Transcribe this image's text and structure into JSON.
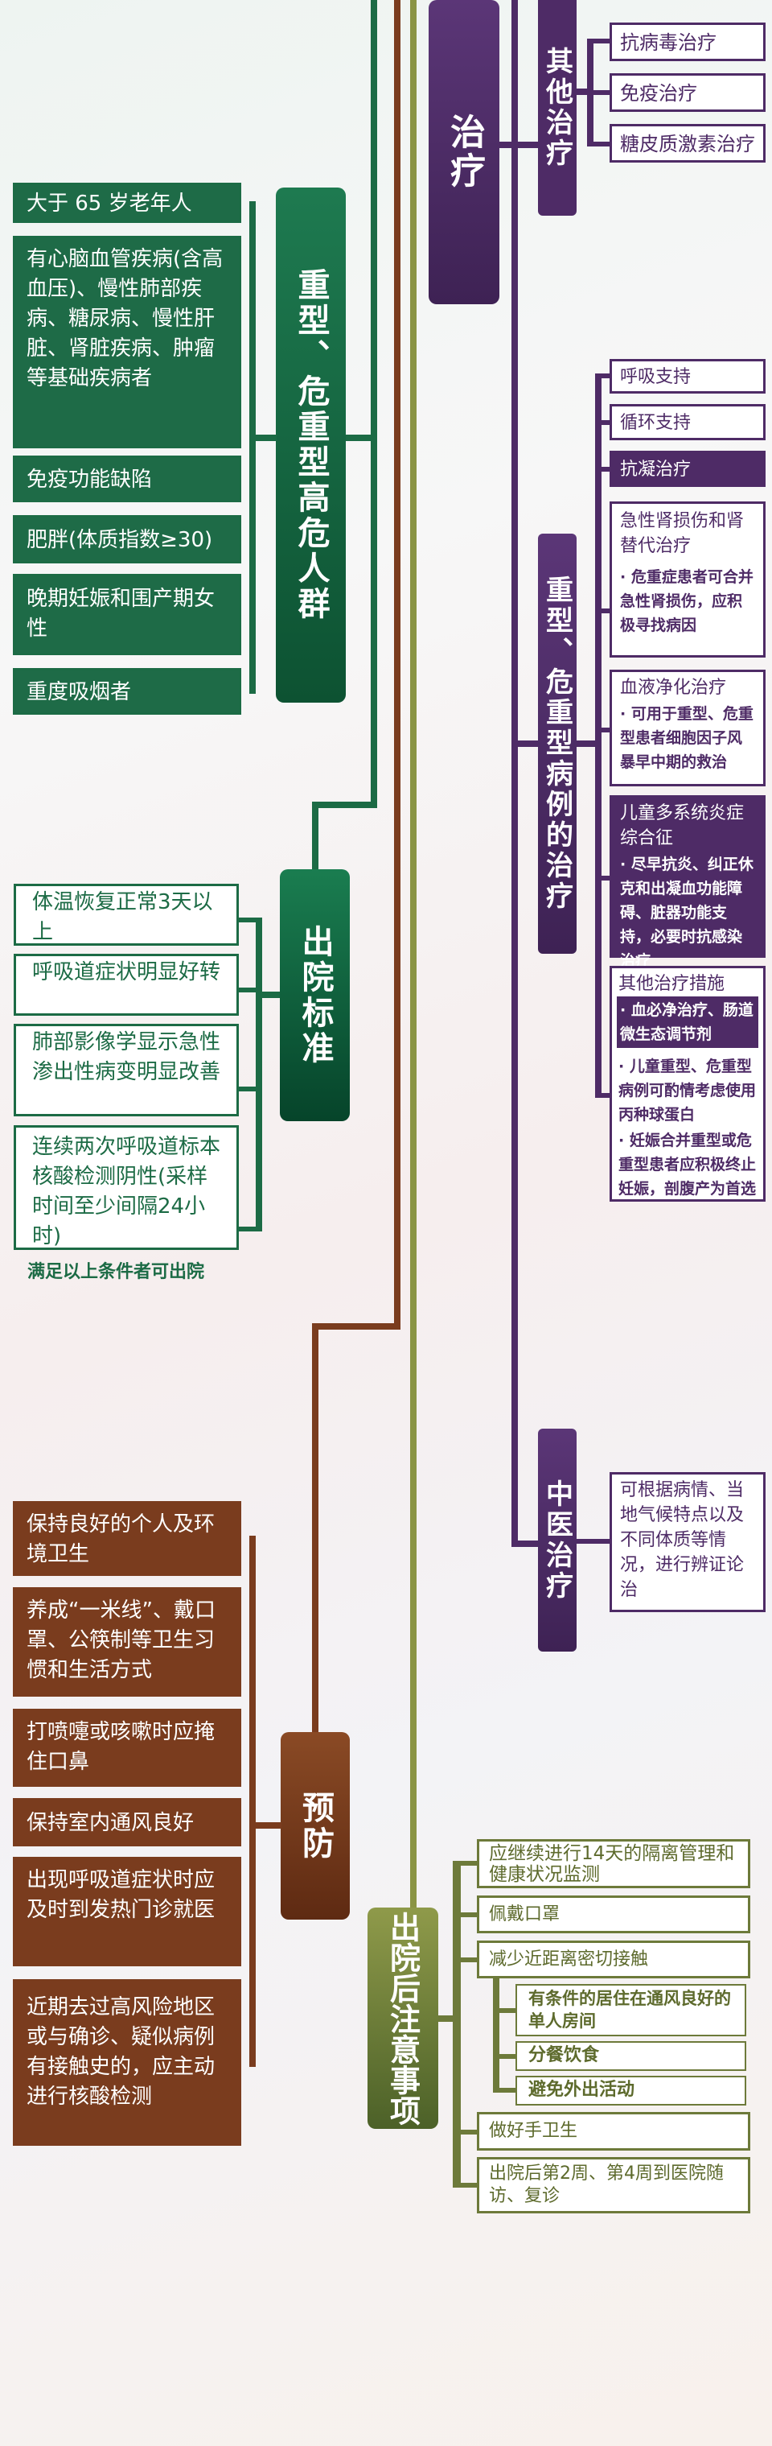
{
  "treatment": {
    "title": "治疗",
    "other": {
      "title": "其他治疗",
      "items": [
        "抗病毒治疗",
        "免疫治疗",
        "糖皮质激素治疗"
      ]
    },
    "severe": {
      "title": "重型、危重型病例的治疗",
      "items": [
        "呼吸支持",
        "循环支持",
        "抗凝治疗"
      ],
      "aki": {
        "title": "急性肾损伤和肾替代治疗",
        "bullet": "· 危重症患者可合并急性肾损伤，应积极寻找病因"
      },
      "blood": {
        "title": "血液净化治疗",
        "bullet": "· 可用于重型、危重型患者细胞因子风暴早中期的救治"
      },
      "misc": {
        "title": "儿童多系统炎症综合征",
        "bullet": "· 尽早抗炎、纠正休克和出凝血功能障碍、脏器功能支持，必要时抗感染治疗"
      },
      "others": {
        "title": "其他治疗措施",
        "bullets": [
          "· 血必净治疗、肠道微生态调节剂",
          "· 儿童重型、危重型病例可酌情考虑使用丙种球蛋白",
          "· 妊娠合并重型或危重型患者应积极终止妊娠，剖腹产为首选"
        ]
      }
    },
    "tcm": {
      "title": "中医治疗",
      "item": "可根据病情、当地气候特点以及不同体质等情况，进行辨证论治"
    }
  },
  "high_risk": {
    "title": "重型、危重型高危人群",
    "items": [
      "大于 65 岁老年人",
      "有心脑血管疾病(含高血压)、慢性肺部疾病、糖尿病、慢性肝脏、肾脏疾病、肿瘤等基础疾病者",
      "免疫功能缺陷",
      "肥胖(体质指数≥30)",
      "晚期妊娠和围产期女性",
      "重度吸烟者"
    ]
  },
  "discharge": {
    "title": "出院标准",
    "items": [
      "体温恢复正常3天以上",
      "呼吸道症状明显好转",
      "肺部影像学显示急性渗出性病变明显改善",
      "连续两次呼吸道标本核酸检测阴性(采样时间至少间隔24小时)"
    ],
    "note": "满足以上条件者可出院"
  },
  "prevention": {
    "title": "预防",
    "items": [
      "保持良好的个人及环境卫生",
      "养成“一米线”、戴口罩、公筷制等卫生习惯和生活方式",
      "打喷嚏或咳嗽时应掩住口鼻",
      "保持室内通风良好",
      "出现呼吸道症状时应及时到发热门诊就医",
      "近期去过高风险地区或与确诊、疑似病例有接触史的，应主动进行核酸检测"
    ]
  },
  "after": {
    "title": "出院后注意事项",
    "items": [
      "应继续进行14天的隔离管理和健康状况监测",
      "佩戴口罩",
      "减少近距离密切接触",
      "做好手卫生",
      "出院后第2周、第4周到医院随访、复诊"
    ],
    "sub_items": [
      "有条件的居住在通风良好的单人房间",
      "分餐饮食",
      "避免外出活动"
    ]
  },
  "colors": {
    "green": "#1c6b45",
    "brown": "#7a3c1e",
    "purple": "#4e2b66",
    "olive": "#6d7a3a"
  }
}
